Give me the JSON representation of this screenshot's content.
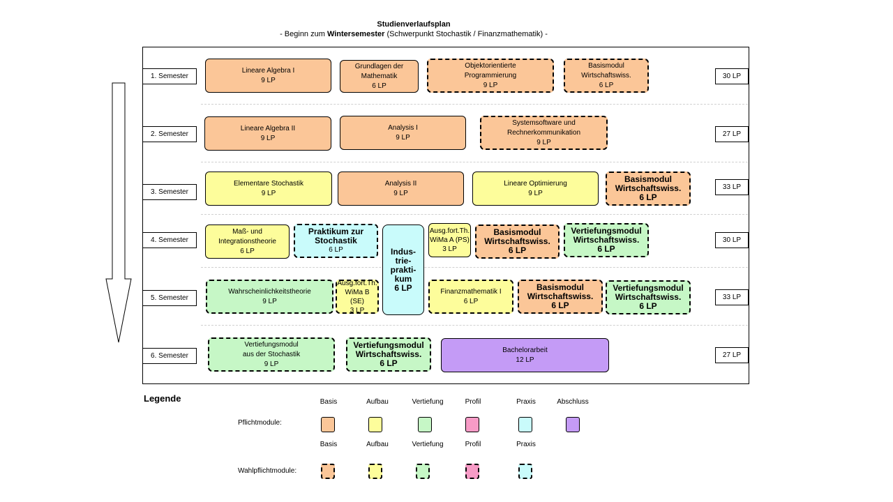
{
  "header": {
    "title": "Studienverlaufsplan",
    "subtitle_pre": "- Beginn zum ",
    "subtitle_bold": "Wintersemester",
    "subtitle_post": " (Schwerpunkt Stochastik / Finanzmathematik) -"
  },
  "semesters": [
    {
      "label": "1. Semester",
      "lp": "30 LP"
    },
    {
      "label": "2. Semester",
      "lp": "27 LP"
    },
    {
      "label": "3. Semester",
      "lp": "33 LP"
    },
    {
      "label": "4. Semester",
      "lp": "30 LP"
    },
    {
      "label": "5. Semester",
      "lp": "33 LP"
    },
    {
      "label": "6. Semester",
      "lp": "27 LP"
    }
  ],
  "modules": [
    {
      "name": "Lineare Algebra I",
      "lp": "9 LP",
      "category": "basis",
      "type": "pflicht"
    },
    {
      "name": "Grundlagen der\nMathematik",
      "lp": "6 LP",
      "category": "basis",
      "type": "pflicht"
    },
    {
      "name": "Objektorientierte\nProgrammierung",
      "lp": "9 LP",
      "category": "basis",
      "type": "wahlpflicht"
    },
    {
      "name": "Basismodul\nWirtschaftswiss.",
      "lp": "6 LP",
      "category": "basis",
      "type": "wahlpflicht"
    },
    {
      "name": "Lineare Algebra II",
      "lp": "9 LP",
      "category": "basis",
      "type": "pflicht"
    },
    {
      "name": "Analysis I",
      "lp": "9 LP",
      "category": "basis",
      "type": "pflicht"
    },
    {
      "name": "Systemsoftware und\nRechnerkommunikation",
      "lp": "9 LP",
      "category": "basis",
      "type": "wahlpflicht"
    },
    {
      "name": "Elementare Stochastik",
      "lp": "9 LP",
      "category": "aufbau",
      "type": "pflicht"
    },
    {
      "name": "Analysis II",
      "lp": "9 LP",
      "category": "basis",
      "type": "pflicht"
    },
    {
      "name": "Lineare Optimierung",
      "lp": "9 LP",
      "category": "aufbau",
      "type": "pflicht"
    },
    {
      "name": "Basismodul\nWirtschaftswiss.",
      "lp": "6 LP",
      "category": "basis",
      "type": "wahlpflicht"
    },
    {
      "name": "Maß- und\nIntegrationstheorie",
      "lp": "6 LP",
      "category": "aufbau",
      "type": "pflicht"
    },
    {
      "name": "Praktikum zur\nStochastik",
      "lp": "6 LP",
      "category": "praxis",
      "type": "wahlpflicht"
    },
    {
      "name": "Indus-\ntrie-\nprakti-\nkum",
      "lp": "6 LP",
      "category": "praxis",
      "type": "pflicht"
    },
    {
      "name": "Ausg.fort.Th.\nWiMa A (PS)",
      "lp": "3 LP",
      "category": "aufbau",
      "type": "pflicht"
    },
    {
      "name": "Basismodul\nWirtschaftswiss.",
      "lp": "6 LP",
      "category": "basis",
      "type": "wahlpflicht"
    },
    {
      "name": "Vertiefungsmodul\nWirtschaftswiss.",
      "lp": "6 LP",
      "category": "vertiefung",
      "type": "wahlpflicht"
    },
    {
      "name": "Wahrscheinlichkeitstheorie",
      "lp": "9 LP",
      "category": "vertiefung",
      "type": "wahlpflicht"
    },
    {
      "name": "Ausg.fort.Th.\nWiMa B (SE)",
      "lp": "3 LP",
      "category": "aufbau",
      "type": "wahlpflicht"
    },
    {
      "name": "Finanzmathematik I",
      "lp": "6 LP",
      "category": "aufbau",
      "type": "wahlpflicht"
    },
    {
      "name": "Basismodul\nWirtschaftswiss.",
      "lp": "6 LP",
      "category": "basis",
      "type": "wahlpflicht"
    },
    {
      "name": "Vertiefungsmodul\nWirtschaftswiss.",
      "lp": "6 LP",
      "category": "vertiefung",
      "type": "wahlpflicht"
    },
    {
      "name": "Vertiefungsmodul\naus der Stochastik",
      "lp": "9 LP",
      "category": "vertiefung",
      "type": "wahlpflicht"
    },
    {
      "name": "Vertiefungsmodul\nWirtschaftswiss.",
      "lp": "6 LP",
      "category": "vertiefung",
      "type": "wahlpflicht"
    },
    {
      "name": "Bachelorarbeit",
      "lp": "12 LP",
      "category": "abschluss",
      "type": "pflicht"
    }
  ],
  "legend": {
    "title": "Legende",
    "pflicht_label": "Pflichtmodule:",
    "wahlpflicht_label": "Wahlpflichtmodule:",
    "pflicht_categories": [
      "Basis",
      "Aufbau",
      "Vertiefung",
      "Profil",
      "Praxis",
      "Abschluss"
    ],
    "wahlpflicht_categories": [
      "Basis",
      "Aufbau",
      "Vertiefung",
      "Profil",
      "Praxis"
    ]
  },
  "colors": {
    "basis": "#fbc698",
    "aufbau": "#fdfd9b",
    "vertiefung": "#c6f7c6",
    "profil": "#f79bc6",
    "praxis": "#c9fbfb",
    "abschluss": "#c49bf6"
  }
}
